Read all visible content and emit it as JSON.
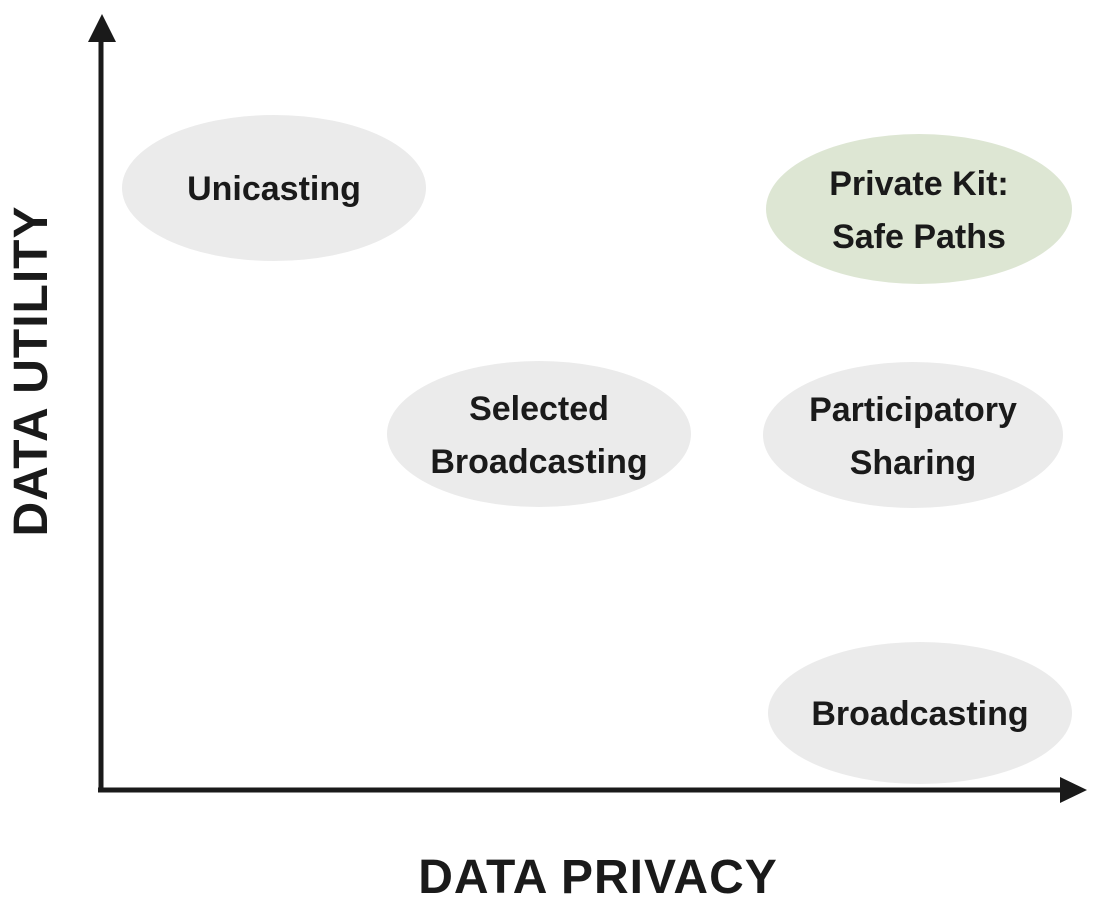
{
  "diagram": {
    "type": "conceptual-positioning-diagram",
    "axes": {
      "y_label": "DATA UTILITY",
      "x_label": "DATA PRIVACY"
    },
    "colors": {
      "background": "#ffffff",
      "axis": "#1a1a1a",
      "text": "#1a1a1a",
      "node_default": "#ebebeb",
      "node_highlight": "#dde6d3"
    },
    "nodes": [
      {
        "id": "unicasting",
        "lines": [
          "Unicasting"
        ],
        "color": "#ebebeb",
        "privacy": "low",
        "utility": "high"
      },
      {
        "id": "private-kit-safe-paths",
        "lines": [
          "Private Kit:",
          "Safe Paths"
        ],
        "color": "#dde6d3",
        "privacy": "high",
        "utility": "high"
      },
      {
        "id": "selected-broadcasting",
        "lines": [
          "Selected",
          "Broadcasting"
        ],
        "color": "#ebebeb",
        "privacy": "medium",
        "utility": "medium"
      },
      {
        "id": "participatory-sharing",
        "lines": [
          "Participatory",
          "Sharing"
        ],
        "color": "#ebebeb",
        "privacy": "high",
        "utility": "medium"
      },
      {
        "id": "broadcasting",
        "lines": [
          "Broadcasting"
        ],
        "color": "#ebebeb",
        "privacy": "high",
        "utility": "low"
      }
    ]
  }
}
